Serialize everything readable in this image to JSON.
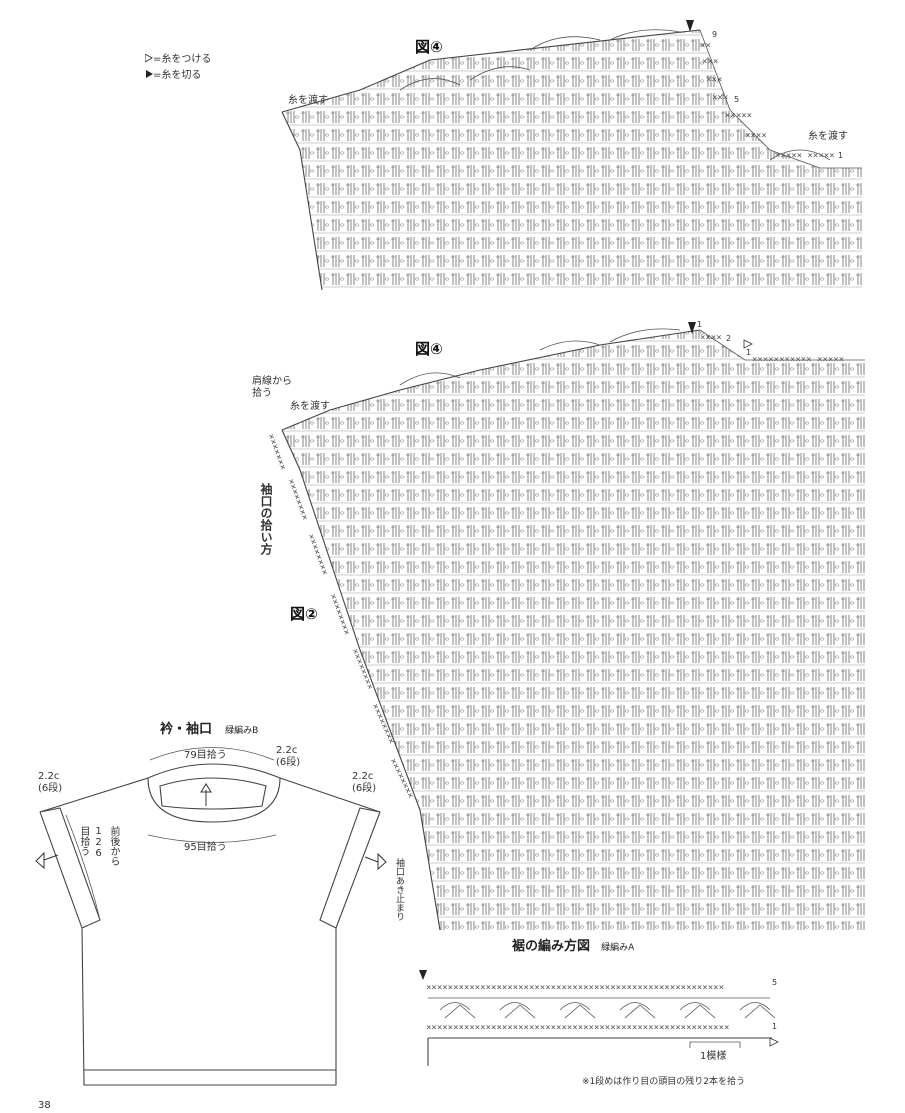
{
  "legend": {
    "attach": "=糸をつける",
    "cut": "=糸を切る"
  },
  "top_chart": {
    "figure_label": "図④",
    "pass_yarn_left": "糸を渡す",
    "pass_yarn_right": "糸を渡す",
    "row_labels": [
      "9",
      "5",
      "1"
    ]
  },
  "main_chart": {
    "figure_label": "図④",
    "from_shoulder": "肩線から\n拾う",
    "pass_yarn": "糸を渡す",
    "sleeve_pickup": "袖口の拾い方",
    "figure2_label": "図②",
    "sleeve_opening_end": "袖口あき止まり",
    "row_markers": [
      "1",
      "2",
      "1"
    ]
  },
  "schematic": {
    "title": "衿・袖口",
    "subtitle": "緑編みB",
    "neck_top": "79目拾う",
    "neck_bottom": "95目拾う",
    "neck_depth": "2.2c\n(6段)",
    "left_depth": "2.2c\n(6段)",
    "right_depth": "2.2c\n(6段)",
    "sleeve_pickup": "前後から\n126\n目拾う"
  },
  "hem_chart": {
    "title": "裾の編み方図",
    "subtitle": "緑編みA",
    "repeat_label": "1模様",
    "row_labels": [
      "5",
      "1"
    ],
    "note": "※1段めは作り目の頭目の残り2本を拾う"
  },
  "page_number": "38"
}
